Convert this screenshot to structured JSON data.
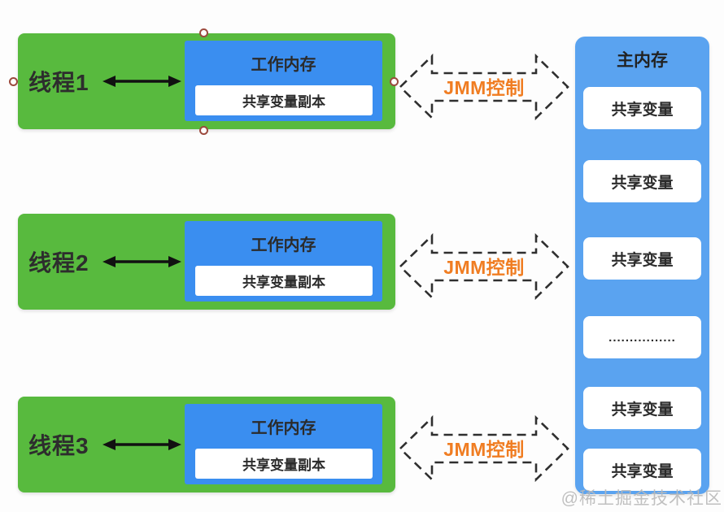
{
  "diagram": {
    "threads": [
      {
        "label": "线程1"
      },
      {
        "label": "线程2"
      },
      {
        "label": "线程3"
      }
    ],
    "working_memory_title": "工作内存",
    "shared_variable_copy": "共享变量副本",
    "jmm_arrows": [
      {
        "label": "JMM控制"
      },
      {
        "label": "JMM控制"
      },
      {
        "label": "JMM控制"
      }
    ],
    "main_memory": {
      "title": "主内存",
      "slots": [
        "共享变量",
        "共享变量",
        "共享变量",
        "................",
        "共享变量",
        "共享变量"
      ]
    },
    "watermark": "@稀土掘金技术社区",
    "colors": {
      "thread_green": "#58ba3e",
      "working_memory_blue": "#3a8ef0",
      "main_memory_blue": "#5aa3f0",
      "accent_orange": "#f07d22",
      "dark_text": "#2b2b2b",
      "handle_ring": "#9c4a3e",
      "watermark_gray": "#b9b9b9"
    }
  }
}
